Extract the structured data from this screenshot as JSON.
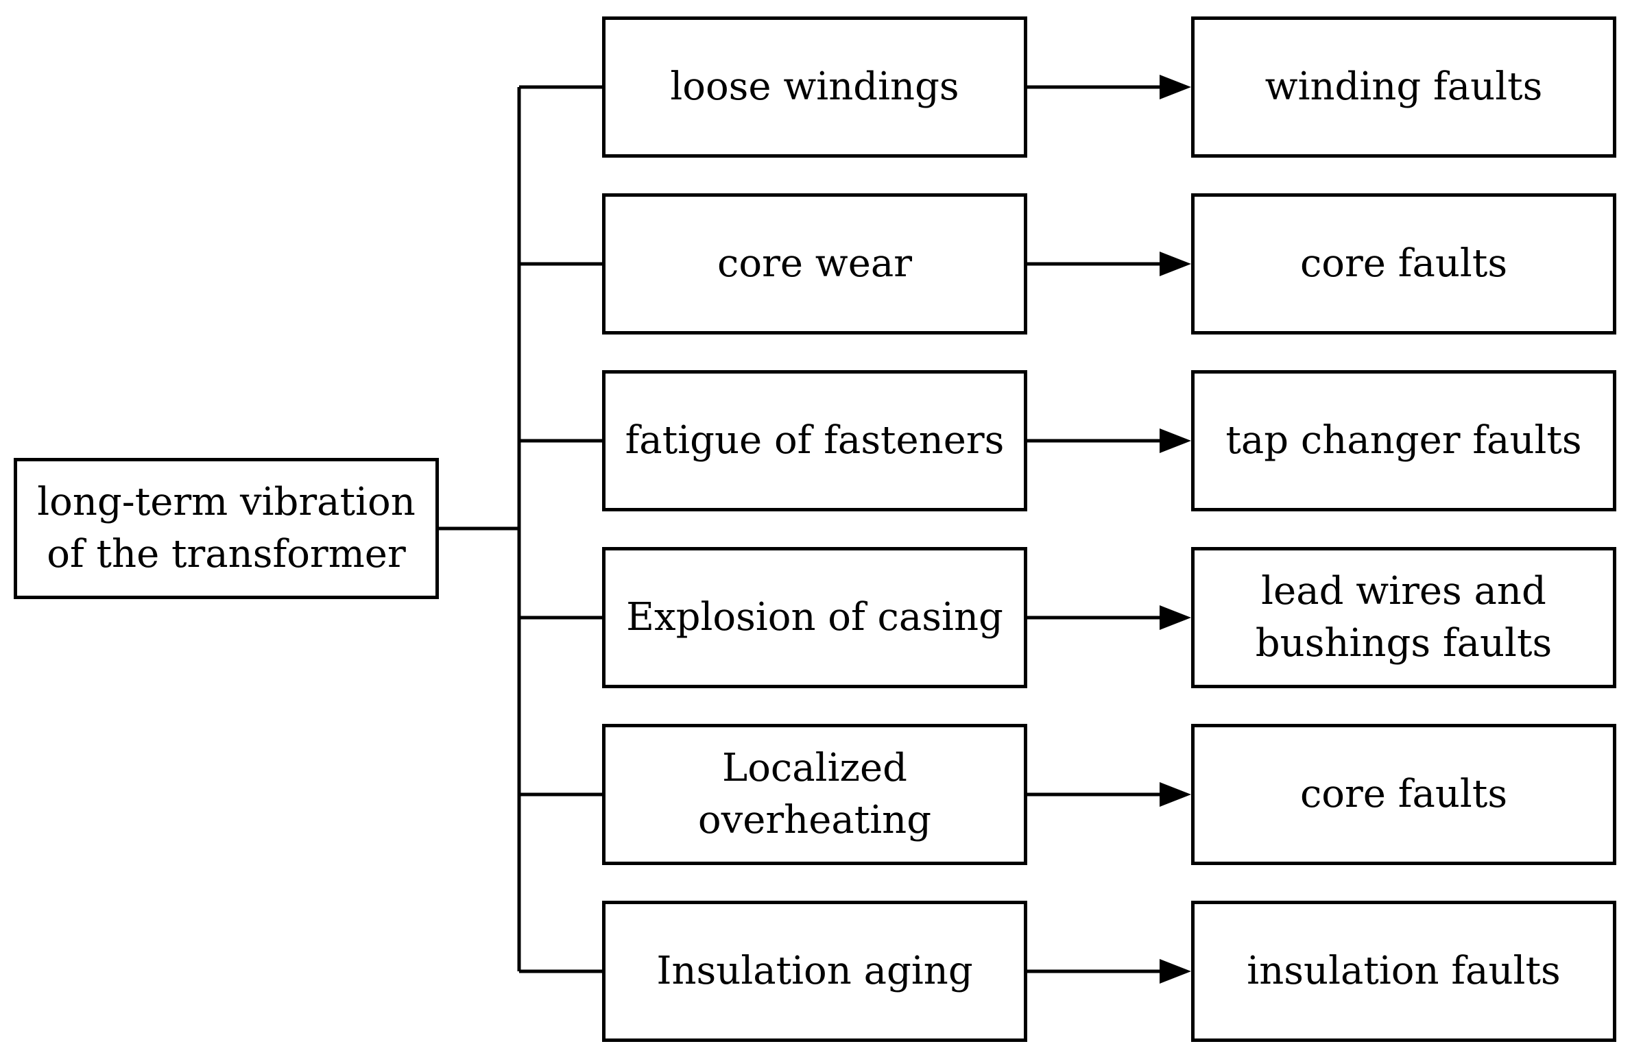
{
  "root": {
    "label": "long-term vibration\nof the transformer"
  },
  "rows": [
    {
      "cause": "loose windings",
      "fault": "winding faults"
    },
    {
      "cause": "core wear",
      "fault": "core faults"
    },
    {
      "cause": "fatigue of fasteners",
      "fault": "tap changer faults"
    },
    {
      "cause": "Explosion of casing",
      "fault": "lead wires and\nbushings faults"
    },
    {
      "cause": "Localized\noverheating",
      "fault": "core faults"
    },
    {
      "cause": "Insulation aging",
      "fault": "insulation faults"
    }
  ],
  "colors": {
    "stroke": "#000000",
    "fill": "#ffffff"
  }
}
